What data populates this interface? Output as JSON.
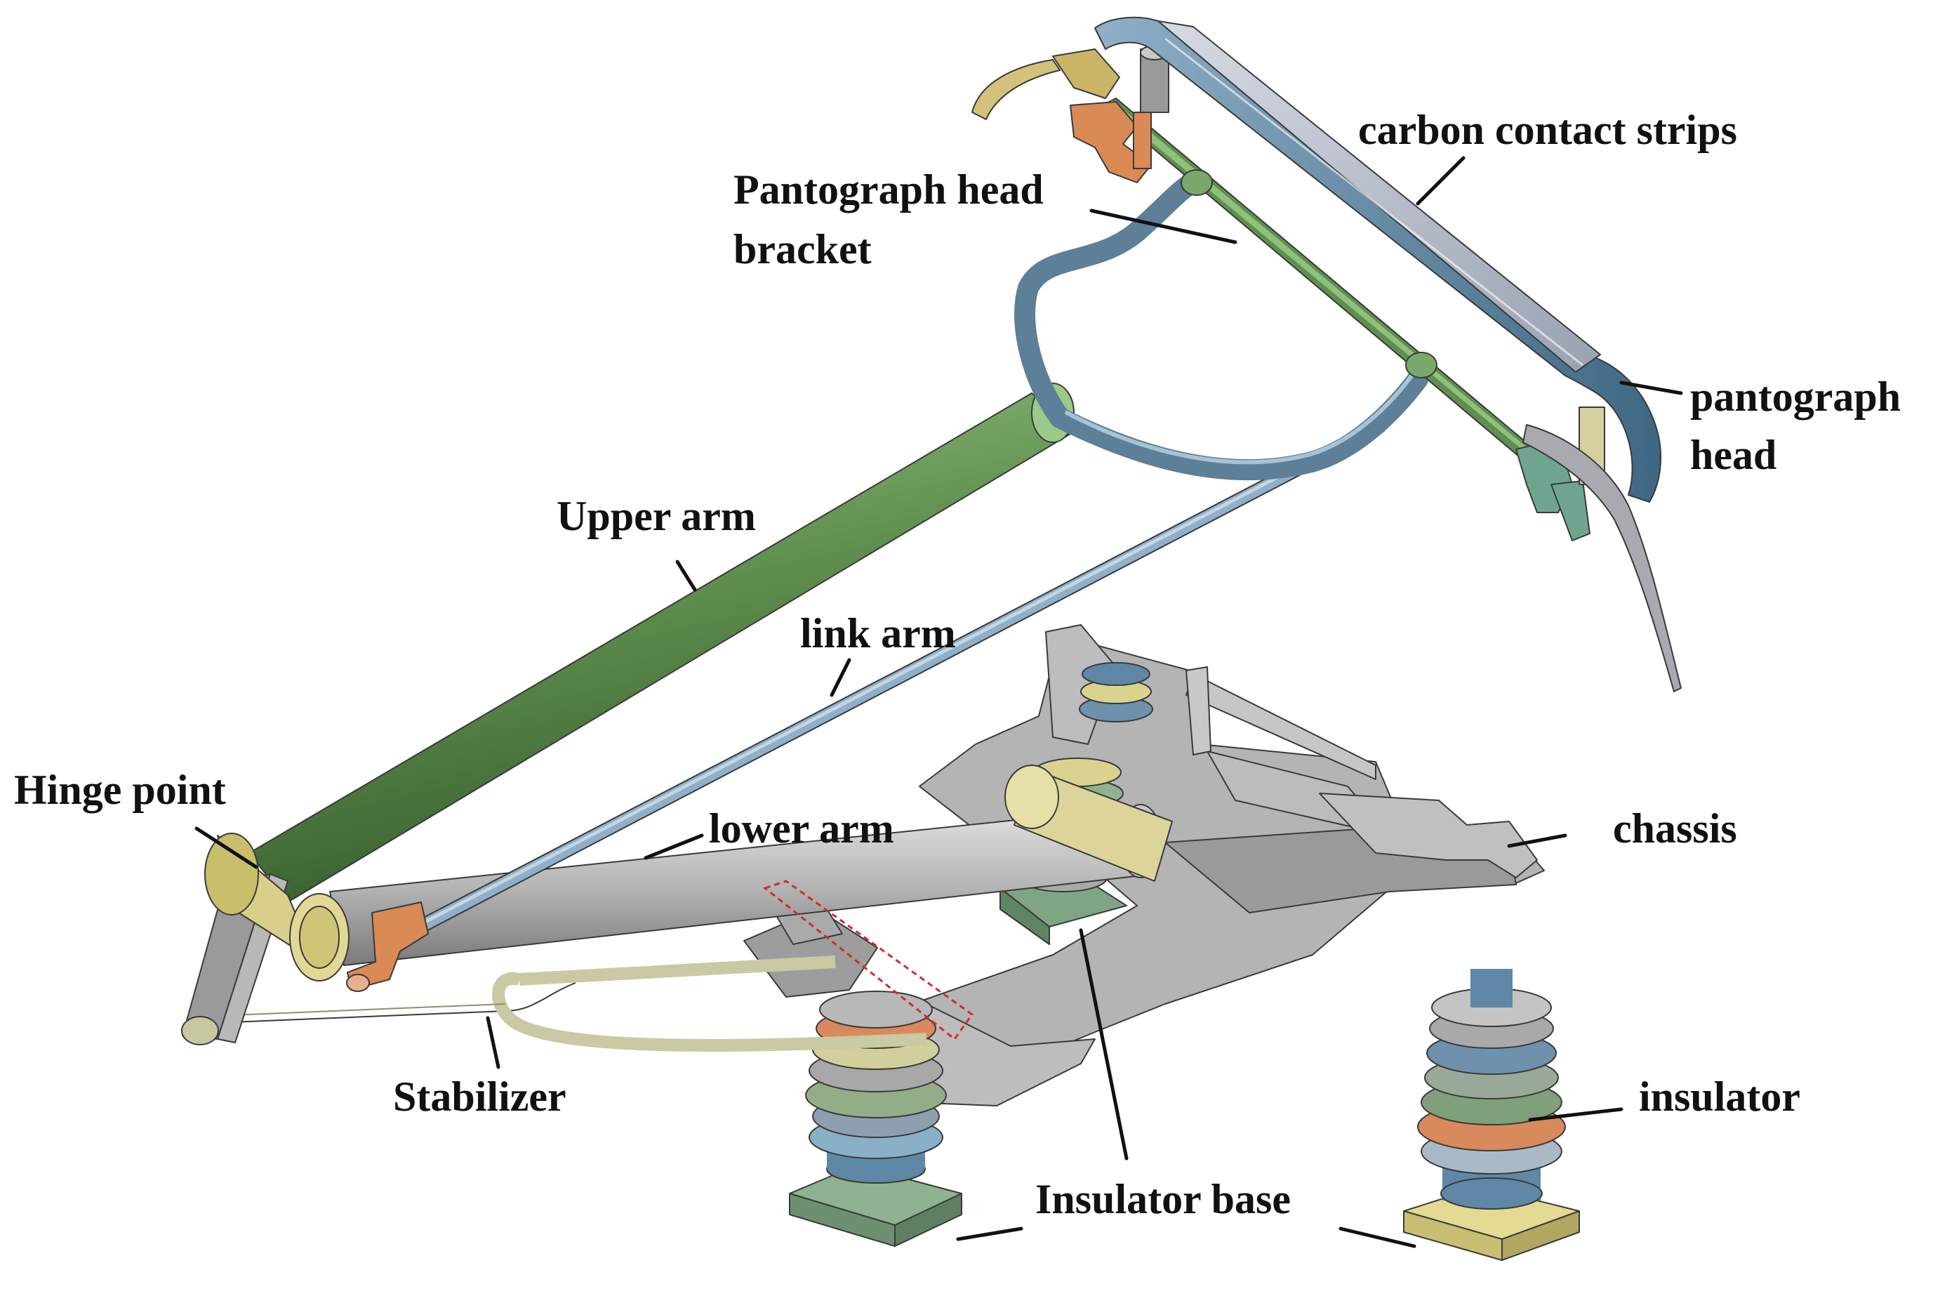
{
  "labels": {
    "carbon_contact_strips": "carbon contact strips",
    "head_bracket_line1": "Pantograph head",
    "head_bracket_line2": "bracket",
    "pantograph_head_line1": "pantograph",
    "pantograph_head_line2": "head",
    "upper_arm": "Upper arm",
    "link_arm": "link arm",
    "hinge_point": "Hinge point",
    "lower_arm": "lower arm",
    "chassis": "chassis",
    "stabilizer": "Stabilizer",
    "insulator": "insulator",
    "insulator_base": "Insulator base"
  },
  "colors": {
    "upper_arm": "#5f8f4e",
    "link_arm": "#8fb0c8",
    "head_frame": "#5d7f98",
    "carbon_strip": "#b8bfcc",
    "chassis": "#a9a9a9",
    "lower_arm": "#b5b5b5",
    "stabilizer": "#c9c9a4",
    "hinge": "#d8cf8a",
    "bracket_orange": "#d98a55",
    "insulator_blue": "#6f91ad",
    "insulator_green": "#7fa07a",
    "insulator_orange": "#d88a5c",
    "insulator_yellow": "#d9d38f",
    "base_green": "#7fa585",
    "base_yellow": "#dcd28a"
  }
}
